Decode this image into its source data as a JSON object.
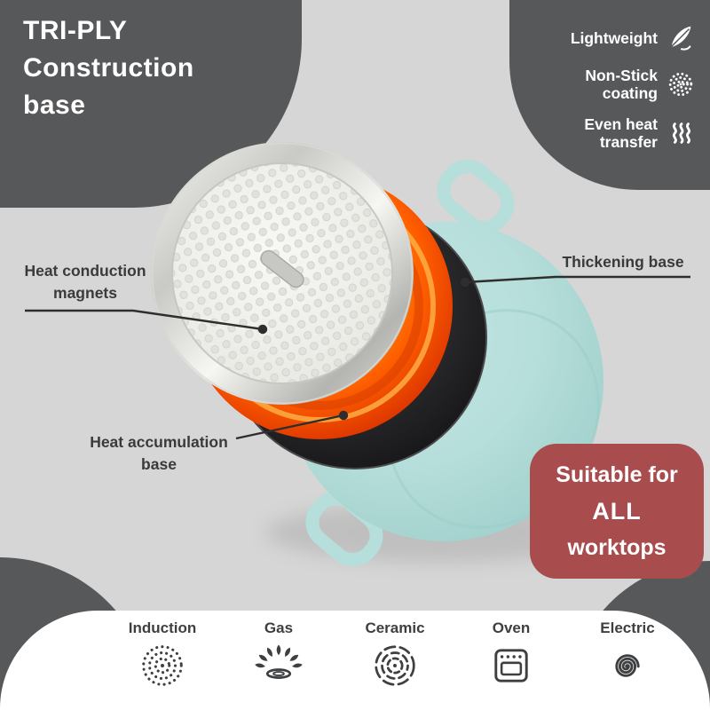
{
  "page": {
    "background": "#d5d6d5"
  },
  "colors": {
    "dark_blob": "#57585a",
    "mint_pot": "#b6dedb",
    "maroon_badge": "#a84c4e",
    "orange_layer": "#ff7300",
    "black_layer": "#1a1a1c",
    "silver_layer": "#e9e9e6",
    "text_dark": "#3a3a3a",
    "white": "#ffffff"
  },
  "title": {
    "lines": [
      "TRI-PLY",
      "Construction",
      "base"
    ]
  },
  "features": [
    {
      "icon": "feather-icon",
      "line1": "Lightweight",
      "line2": ""
    },
    {
      "icon": "dotted-circle-icon",
      "line1": "Non-Stick",
      "line2": "coating"
    },
    {
      "icon": "heat-waves-icon",
      "line1": "Even heat",
      "line2": "transfer"
    }
  ],
  "callouts": {
    "conduction": {
      "line1": "Heat conduction",
      "line2": "magnets"
    },
    "accumulation": {
      "line1": "Heat accumulation",
      "line2": "base"
    },
    "thickening": {
      "line1": "Thickening base"
    }
  },
  "badge": {
    "line1": "Suitable for",
    "line2": "ALL",
    "line3": "worktops"
  },
  "worktops": [
    {
      "label": "Induction",
      "icon": "induction-icon"
    },
    {
      "label": "Gas",
      "icon": "gas-burner-icon"
    },
    {
      "label": "Ceramic",
      "icon": "ceramic-hob-icon"
    },
    {
      "label": "Oven",
      "icon": "oven-icon"
    },
    {
      "label": "Electric",
      "icon": "electric-coil-icon"
    }
  ]
}
